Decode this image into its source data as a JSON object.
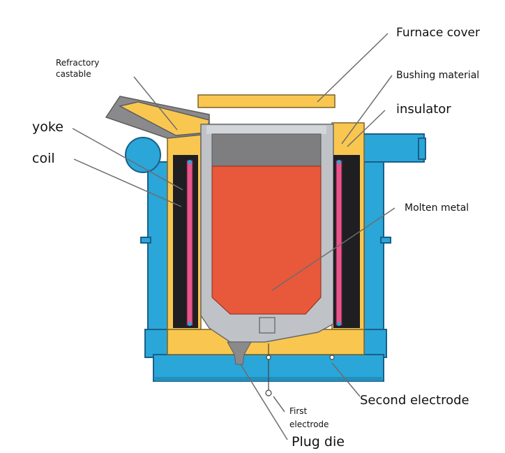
{
  "labels": {
    "furnace_cover": "Furnace cover",
    "refractory_castable_line1": "Refractory",
    "refractory_castable_line2": "castable",
    "bushing_material": "Bushing material",
    "insulator": "insulator",
    "yoke": "yoke",
    "coil": "coil",
    "molten_metal": "Molten metal",
    "second_electrode": "Second electrode",
    "first_electrode_line1": "First",
    "first_electrode_line2": "electrode",
    "plug_die": "Plug die"
  },
  "colors": {
    "frame_blue": "#2aa6d9",
    "refractory_yellow": "#f9c74f",
    "lining_gray": "#bfc3c8",
    "slag_gray": "#7e7e80",
    "molten_orange": "#e8583a",
    "coil_pink": "#e7568b",
    "yoke_black": "#1f1f22",
    "leader_gray": "#6d6d6d"
  }
}
